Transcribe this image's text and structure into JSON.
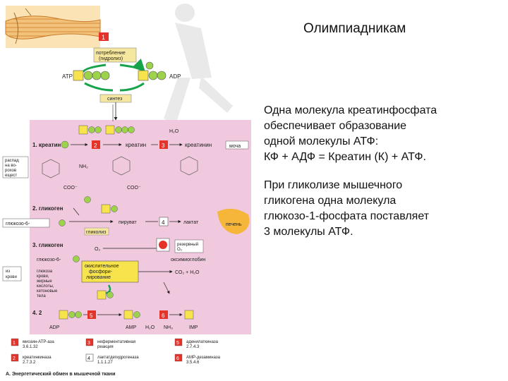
{
  "slide": {
    "title": "Олимпиадникам",
    "paragraph1": [
      "Одна молекула креатинфосфата",
      "обеспечивает образование",
      "одной молекулы АТФ:",
      "КФ + АДФ = Креатин (К) + АТФ."
    ],
    "paragraph2": [
      "При гликолизе мышечного",
      "гликогена одна молекула",
      "глюкозо-1-фосфата поставляет",
      "3 молекулы АТФ."
    ]
  },
  "figure": {
    "cycle": {
      "consumption": [
        "потребление",
        "(гидролиз)"
      ],
      "synthesis": "синтез",
      "atp": "ATP",
      "adp": "ADP",
      "step": "1"
    },
    "section1": {
      "label": "1. креатин",
      "creatine": "креатин",
      "creatinine": "креатинин",
      "urine": "моча",
      "water": "H₂O",
      "side_note": [
        "распад",
        "на во-",
        "рохов",
        "ещест"
      ],
      "nh2": "NH₂",
      "coo": "COO⁻",
      "step_a": "2",
      "step_b": "3"
    },
    "section2": {
      "label": "2. гликоген",
      "glucose6": "глюкозо-6-",
      "pyruvate": "пируват",
      "lactate": "лактат",
      "liver": "печень",
      "glycolysis": "гликолиз",
      "step": "4"
    },
    "section3": {
      "label": "3. гликоген",
      "glucose6": "глюкозо-6-",
      "o2": "O₂",
      "reserve": [
        "резервный",
        "O₂"
      ],
      "oxymyoglobin": "оксимиоглобин",
      "oxidative": [
        "окислительное",
        "фосфори-",
        "лирование"
      ],
      "products": "CO₂ + H₂O",
      "fuels": [
        "глюкоза",
        "крови,",
        "жирные",
        "кислоты,",
        "кетоновые",
        "тела"
      ],
      "from_blood": [
        "из",
        "крови"
      ]
    },
    "section4": {
      "label": "4. 2",
      "adp": "ADP",
      "amp": "AMP",
      "imp": "IMP",
      "water": "H₂O",
      "nh3": "NH₃",
      "step_a": "5",
      "step_b": "6"
    },
    "legend": [
      {
        "num": "1",
        "name": "миозин-АТР-аза",
        "code": "3.6.1.32",
        "color": "#e5332a"
      },
      {
        "num": "2",
        "name": "креатинкиназа",
        "code": "2.7.3.2",
        "color": "#e5332a"
      },
      {
        "num": "3",
        "name": "неферментативная",
        "code": "реакция",
        "color": "#e5332a"
      },
      {
        "num": "4",
        "name": "лактатдегидрогеназа",
        "code": "1.1.1.27",
        "color": "#ffffff"
      },
      {
        "num": "5",
        "name": "аденилаткиназа",
        "code": "2.7.4.3",
        "color": "#e5332a"
      },
      {
        "num": "6",
        "name": "АМР-дезаминаза",
        "code": "3.5.4.6",
        "color": "#e5332a"
      }
    ],
    "caption": "А. Энергетический обмен в мышечной ткани"
  }
}
